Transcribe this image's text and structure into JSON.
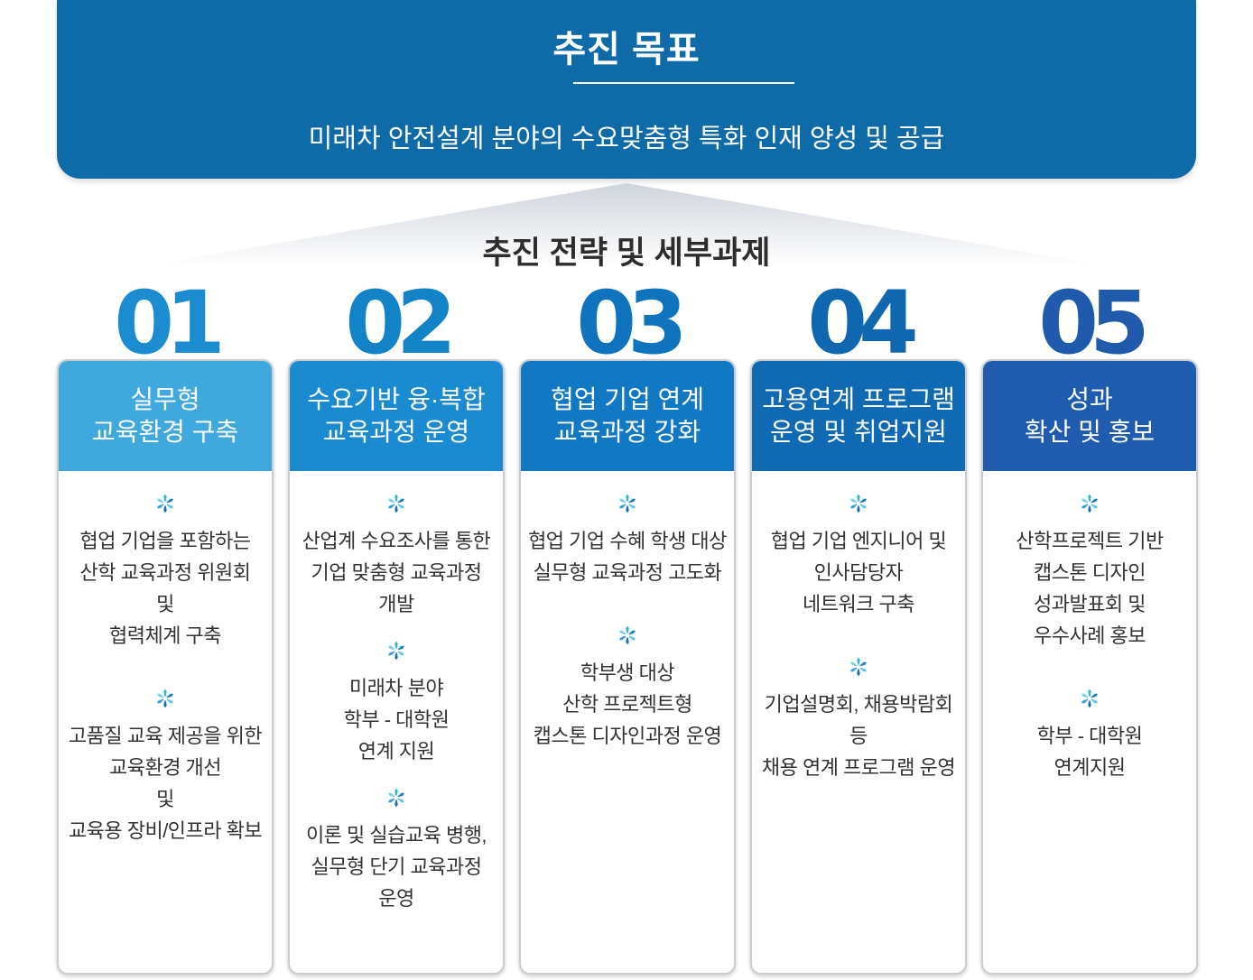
{
  "goal": {
    "title": "추진 목표",
    "description": "미래차 안전설계 분야의 수요맞춤형 특화 인재 양성 및 공급"
  },
  "strategy": {
    "title": "추진 전략 및 세부과제",
    "columns": [
      {
        "number": "01",
        "num_color": "#1a8ccf",
        "head_color": "#3fa9de",
        "title": "실무형\n교육환경 구축",
        "icon": "snowflake-icon",
        "tasks": [
          "협업 기업을 포함하는\n산학 교육과정 위원회\n및\n협력체계 구축",
          "고품질 교육 제공을 위한\n교육환경 개선\n및\n교육용 장비/인프라 확보"
        ]
      },
      {
        "number": "02",
        "num_color": "#1283c6",
        "head_color": "#1a8bd0",
        "title": "수요기반 융·복합\n교육과정 운영",
        "icon": "snowflake-icon",
        "tasks": [
          "산업계 수요조사를 통한\n기업 맞춤형 교육과정\n개발",
          "미래차 분야\n학부 - 대학원\n연계 지원",
          "이론 및 실습교육 병행,\n실무형 단기 교육과정\n운영"
        ]
      },
      {
        "number": "03",
        "num_color": "#0f74bd",
        "head_color": "#1179c4",
        "title": "협업 기업 연계\n교육과정 강화",
        "icon": "snowflake-icon",
        "tasks": [
          "협업 기업 수혜 학생 대상\n실무형 교육과정 고도화",
          "학부생 대상\n산학 프로젝트형\n캡스톤 디자인과정 운영"
        ]
      },
      {
        "number": "04",
        "num_color": "#0f67b0",
        "head_color": "#0f69b3",
        "title": "고용연계 프로그램\n운영 및 취업지원",
        "icon": "snowflake-icon",
        "tasks": [
          "협업 기업 엔지니어 및\n인사담당자\n네트워크 구축",
          "기업설명회, 채용박람회\n등\n채용 연계 프로그램 운영"
        ]
      },
      {
        "number": "05",
        "num_color": "#1f5aad",
        "head_color": "#1f5bae",
        "title": "성과\n확산 및 홍보",
        "icon": "snowflake-icon",
        "tasks": [
          "산학프로젝트 기반\n캡스톤 디자인\n성과발표회 및\n우수사례 홍보",
          "학부 - 대학원\n연계지원"
        ]
      }
    ]
  }
}
